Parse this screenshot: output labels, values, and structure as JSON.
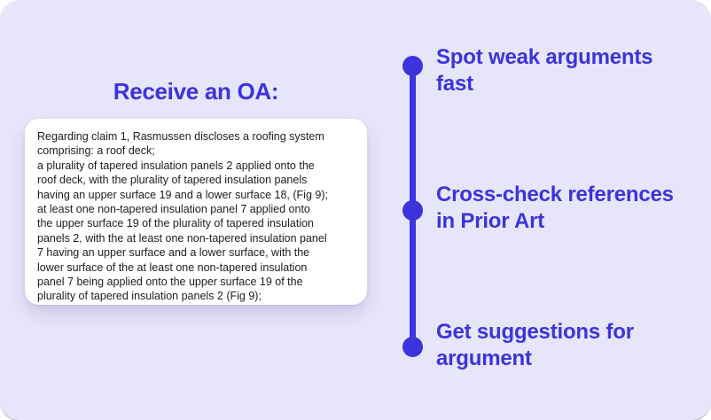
{
  "theme": {
    "accent_blue": "#3a34dc",
    "canvas_background": "#e7e5f9",
    "card_background": "#ffffff",
    "body_text_color": "#1d1d1f"
  },
  "left": {
    "heading": "Receive an OA:",
    "card_text": "Regarding claim 1, Rasmussen discloses a roofing system\ncomprising: a roof deck;\na plurality of tapered insulation panels 2 applied onto the\nroof deck, with the plurality of tapered insulation panels\nhaving an upper surface 19 and a lower surface 18, (Fig 9);\nat least one non-tapered insulation panel 7 applied onto\nthe upper surface 19 of the plurality of tapered insulation\npanels 2, with the at least one non-tapered insulation panel\n7 having an upper surface and a lower surface, with the\nlower surface of the at least one non-tapered insulation\npanel 7 being applied onto the upper surface 19 of the\nplurality of tapered insulation panels 2 (Fig 9);"
  },
  "timeline": {
    "items": [
      {
        "label": "Spot weak arguments\nfast"
      },
      {
        "label": "Cross-check references\nin Prior Art"
      },
      {
        "label": "Get suggestions for\nargument"
      }
    ]
  }
}
